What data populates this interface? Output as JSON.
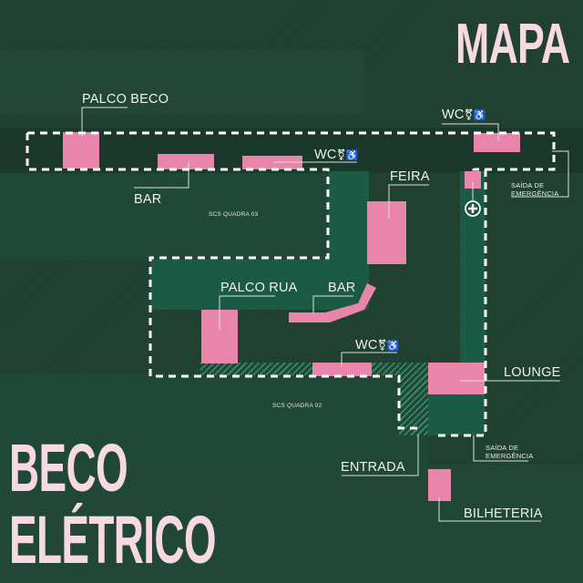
{
  "title": "MAPA",
  "event_name": [
    "BECO",
    "ELÉTRICO"
  ],
  "colors": {
    "background": "#20402f",
    "highlight_zone": "#1b5a44",
    "poi": "#e985ab",
    "label": "#eef2ee",
    "title": "#f7d9e4",
    "path_dash": "#ffffff"
  },
  "areas": [
    {
      "name": "scs-quadra-03",
      "label": "SCS QUADRA 03"
    },
    {
      "name": "scs-quadra-02",
      "label": "SCS QUADRA 02"
    }
  ],
  "points_of_interest": [
    {
      "id": "palco-beco",
      "label": "PALCO BECO"
    },
    {
      "id": "bar-1",
      "label": "BAR"
    },
    {
      "id": "wc-1",
      "label": "WC",
      "icons": [
        "gender-neutral-icon",
        "accessible-icon"
      ]
    },
    {
      "id": "wc-2",
      "label": "WC",
      "icons": [
        "gender-neutral-icon",
        "accessible-icon"
      ]
    },
    {
      "id": "feira",
      "label": "FEIRA"
    },
    {
      "id": "first-aid",
      "label": "",
      "icon": "first-aid-cross-icon"
    },
    {
      "id": "saida-emergencia-1",
      "label": [
        "SAÍDA DE",
        "EMERGÊNCIA"
      ]
    },
    {
      "id": "palco-rua",
      "label": "PALCO RUA"
    },
    {
      "id": "bar-2",
      "label": "BAR"
    },
    {
      "id": "wc-3",
      "label": "WC",
      "icons": [
        "gender-neutral-icon",
        "accessible-icon"
      ]
    },
    {
      "id": "lounge",
      "label": "LOUNGE"
    },
    {
      "id": "entrada",
      "label": "ENTRADA"
    },
    {
      "id": "saida-emergencia-2",
      "label": [
        "SAÍDA DE",
        "EMERGÊNCIA"
      ]
    },
    {
      "id": "bilheteria",
      "label": "BILHETERIA"
    }
  ],
  "icon_glyphs": {
    "gender-neutral-icon": "⚧",
    "accessible-icon": "♿",
    "first-aid-cross-icon": "+"
  }
}
